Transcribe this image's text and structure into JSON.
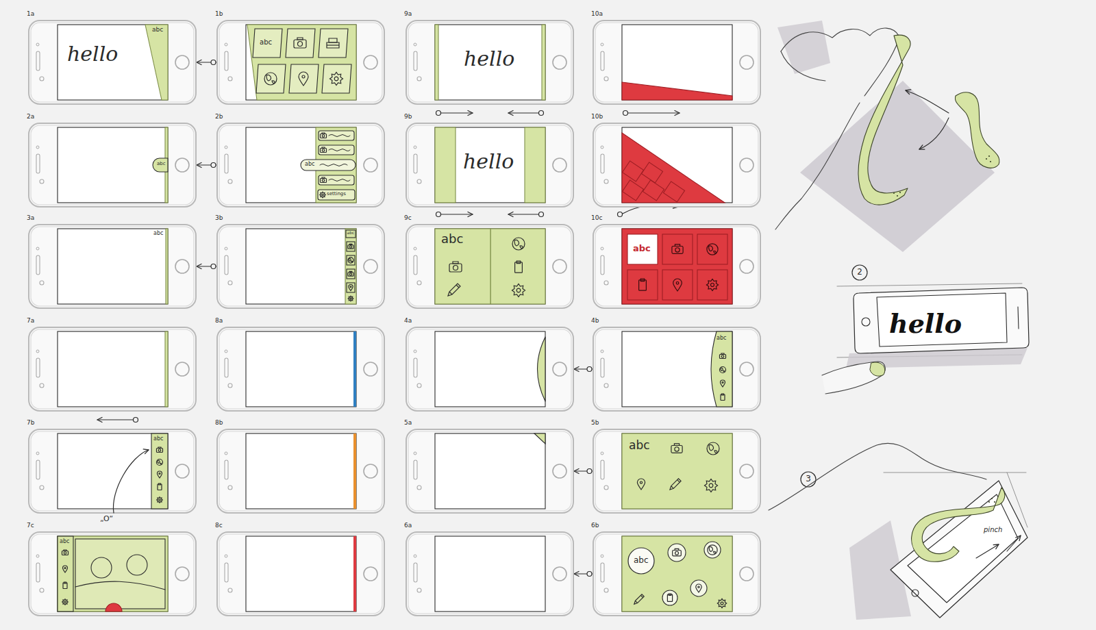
{
  "diagram": {
    "nodes": [
      {
        "text": [
          "1a",
          "hello",
          "abc"
        ]
      },
      {
        "text": [
          "1b"
        ]
      },
      {
        "text": [
          "abc"
        ],
        "in": 1
      },
      {
        "text": [
          "9a",
          "hello"
        ]
      },
      {
        "text": [
          "10a"
        ]
      },
      {
        "text": [
          "2a"
        ]
      },
      {
        "text": [
          "abc"
        ],
        "in": 5
      },
      {
        "text": [
          "2b"
        ]
      },
      {
        "text": [
          "abc"
        ],
        "in": 7
      },
      {
        "text": [
          "settings"
        ],
        "in": 7
      },
      {
        "text": [
          "9b",
          "hello"
        ]
      },
      {
        "text": [
          "10b"
        ]
      },
      {
        "text": [
          "3a",
          "abc"
        ]
      },
      {
        "text": [
          "3b",
          "abc"
        ]
      },
      {
        "text": [
          "9c"
        ]
      },
      {
        "text": [
          "abc"
        ],
        "in": 14
      },
      {
        "text": [
          "10c"
        ]
      },
      {
        "text": [
          "abc"
        ],
        "in": 16
      },
      {
        "text": [
          "7a"
        ]
      },
      {
        "text": [
          "8a"
        ]
      },
      {
        "text": [
          "4a"
        ]
      },
      {
        "text": [
          "4b"
        ]
      },
      {
        "text": [
          "abc"
        ],
        "in": 21
      },
      {
        "text": [
          "7b"
        ]
      },
      {
        "text": [
          "abc"
        ],
        "in": 23
      },
      {
        "text": [
          "8b"
        ]
      },
      {
        "text": [
          "5a"
        ]
      },
      {
        "text": [
          "5b",
          "abc"
        ]
      },
      {
        "text": [
          "7c"
        ]
      },
      {
        "text": [
          "abc"
        ],
        "in": 28
      },
      {
        "text": [
          "8c"
        ]
      },
      {
        "text": [
          "6a"
        ]
      },
      {
        "text": [
          "6b"
        ]
      },
      {
        "text": [
          "abc"
        ],
        "in": 32
      }
    ],
    "edges": [
      {
        "from": 1,
        "to": 0,
        "arrow": "to"
      },
      {
        "from": 7,
        "to": 5,
        "arrow": "to"
      },
      {
        "from": 13,
        "to": 12,
        "arrow": "to"
      },
      {
        "from": 21,
        "to": 20,
        "arrow": "to"
      },
      {
        "from": 27,
        "to": 26,
        "arrow": "to"
      },
      {
        "from": 32,
        "to": 31,
        "arrow": "to"
      }
    ],
    "labels": [
      "„O“",
      "2",
      "hello",
      "3",
      "pinch"
    ]
  }
}
